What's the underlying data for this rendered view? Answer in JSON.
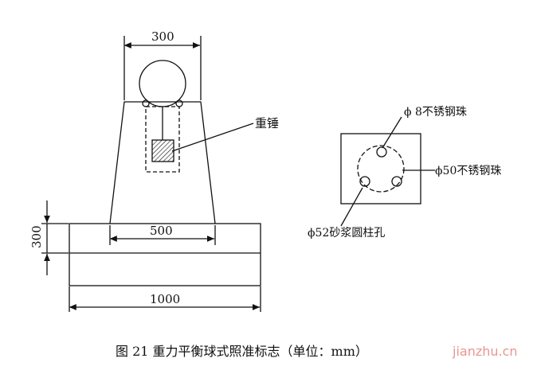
{
  "figure": {
    "caption": "图 21    重力平衡球式照准标志（单位：mm）",
    "watermark": "jianzhu.cn",
    "colors": {
      "line": "#111111",
      "watermark": "#e78a85"
    }
  },
  "left_view": {
    "dim_top": "300",
    "dim_mid": "500",
    "dim_bottom": "1000",
    "dim_side": "300",
    "weight_label": "重锤"
  },
  "right_view": {
    "label_ball8": "ϕ 8不锈钢珠",
    "label_ball50": "ϕ50不锈钢珠",
    "label_hole52": "ϕ52砂浆圆柱孔"
  }
}
